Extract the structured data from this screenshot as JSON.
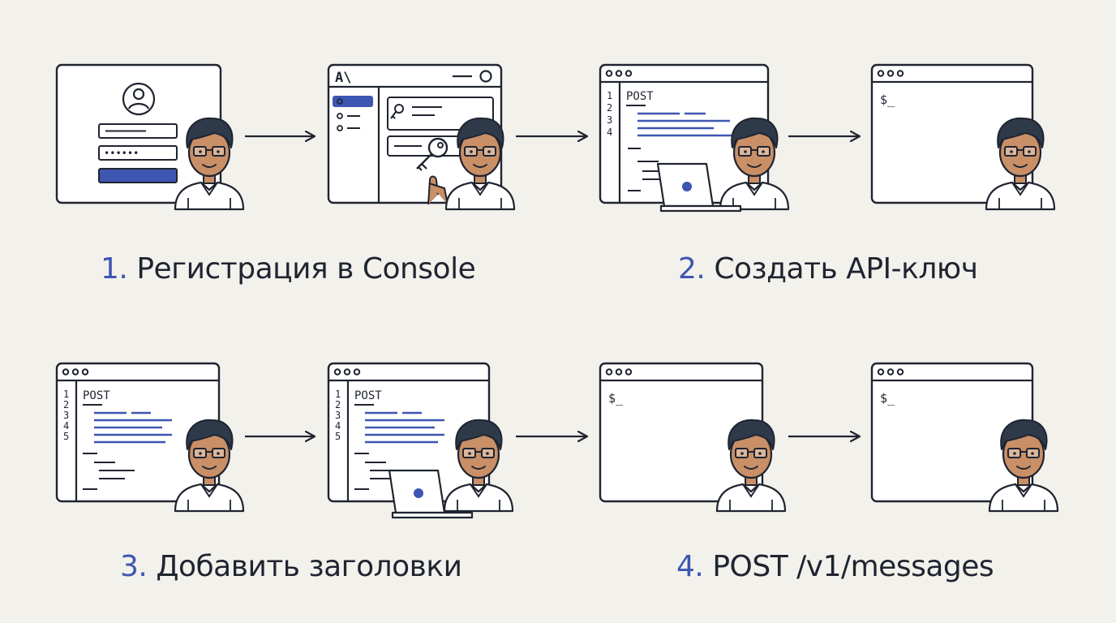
{
  "steps": [
    {
      "number": "1.",
      "label": "Регистрация в Console"
    },
    {
      "number": "2.",
      "label": "Создать API-ключ"
    },
    {
      "number": "3.",
      "label": "Добавить заголовки"
    },
    {
      "number": "4.",
      "label": "POST /v1/messages"
    }
  ],
  "screens": {
    "console_logo": "A\\",
    "password_mask": "••••••",
    "code_method": "POST",
    "prompt": "$_",
    "line_numbers_short": [
      "1",
      "2",
      "3",
      "4"
    ],
    "line_numbers_long": [
      "1",
      "2",
      "3",
      "4",
      "5"
    ]
  },
  "colors": {
    "ink": "#1f2430",
    "accent": "#3d56b2",
    "background": "#f2f1ec",
    "skin": "#c98f66",
    "hair": "#2e3a4a"
  }
}
